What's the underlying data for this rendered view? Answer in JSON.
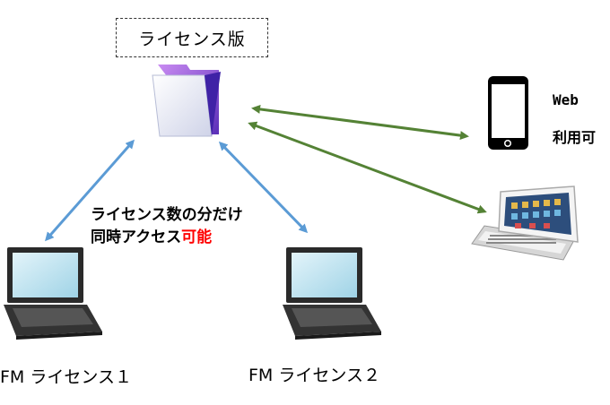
{
  "header": {
    "license_label": "ライセンス版"
  },
  "caption": {
    "line1": "ライセンス数の分だけ",
    "line2_prefix": "同時アクセス",
    "line2_emphasis": "可能"
  },
  "web": {
    "title": "Web",
    "subtitle": "利用可"
  },
  "clients": [
    {
      "label": "FM ライセンス１"
    },
    {
      "label": "FM ライセンス２"
    }
  ],
  "colors": {
    "lan_arrow": "#5b9bd5",
    "web_arrow": "#548235",
    "emphasis": "#ff0000",
    "folder_purple": "#8a3fd1",
    "laptop_body": "#2a2a2a",
    "laptop_screen": "#bfe2ef"
  },
  "icons": [
    "filemaker-folder-icon",
    "smartphone-icon",
    "tablet-keyboard-icon",
    "laptop-icon"
  ]
}
